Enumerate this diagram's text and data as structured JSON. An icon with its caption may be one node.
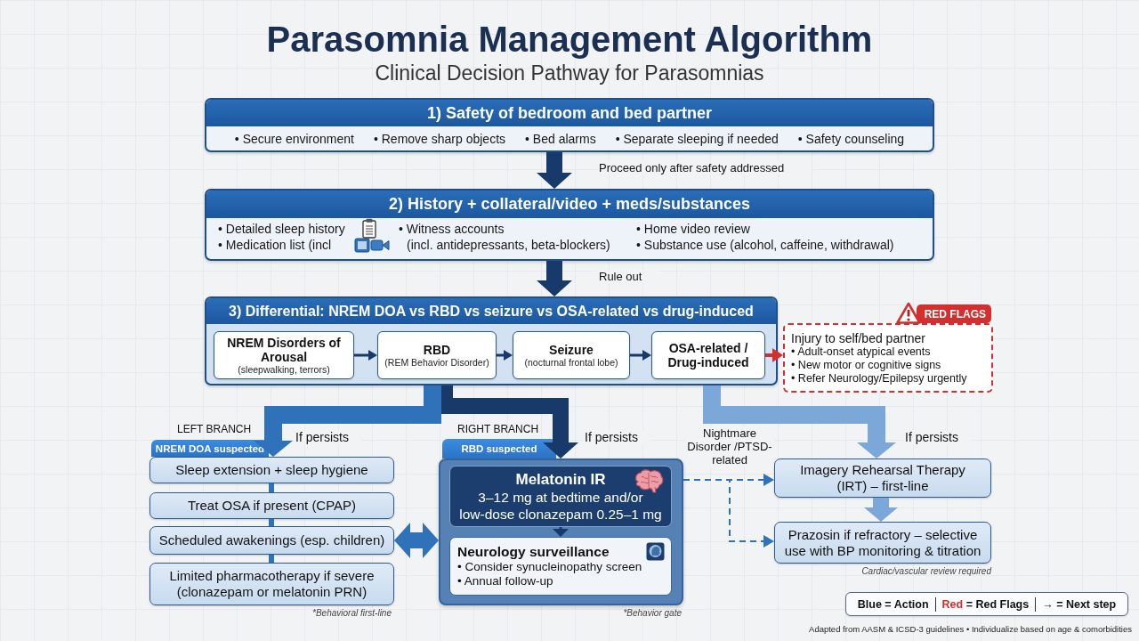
{
  "diagram": {
    "title": "Parasomnia Management Algorithm",
    "caption": "Adapted from AASM & ICSD-3 guidelines • Individualize based on age & comorbidities",
    "nodes": [
      {
        "text": [
          "1) Safety of bedroom and bed partner",
          "• Secure environment",
          "• Remove sharp objects",
          "• Bed alarms",
          "• Separate sleeping if needed",
          "• Safety counseling"
        ]
      },
      {
        "text": [
          "2) History + collateral/video + meds/substances",
          "• Detailed sleep history",
          "• Medication list (incl",
          "• Witness accounts",
          "(incl. antidepressants, beta-blockers)",
          "• Home video review",
          "• Substance use (alcohol, caffeine, withdrawal)"
        ]
      },
      {
        "text": [
          "3) Differential: NREM DOA vs RBD vs seizure vs OSA-related vs drug-induced"
        ]
      },
      {
        "text": [
          "NREM Disorders of Arousal",
          "(sleepwalking, terrors)"
        ],
        "in": 2
      },
      {
        "text": [
          "RBD",
          "(REM Behavior Disorder)"
        ],
        "in": 2
      },
      {
        "text": [
          "Seizure",
          "(nocturnal frontal lobe)"
        ],
        "in": 2
      },
      {
        "text": [
          "OSA-related / Drug-induced"
        ],
        "in": 2
      },
      {
        "text": [
          "RED FLAGS",
          "Injury to self/bed partner",
          "• Adult-onset atypical events",
          "• New motor or cognitive signs",
          "• Refer Neurology/Epilepsy urgently"
        ]
      },
      {
        "text": [
          "NREM DOA suspected",
          "Sleep extension + sleep hygiene"
        ]
      },
      {
        "text": [
          "Treat OSA if present (CPAP)"
        ]
      },
      {
        "text": [
          "Scheduled awakenings (esp. children)"
        ]
      },
      {
        "text": [
          "Limited pharmacotherapy if severe (clonazepam or melatonin PRN)"
        ],
        "beside": [
          "*Behavioral first-line"
        ]
      },
      {
        "text": [
          "RBD suspected"
        ],
        "beside": [
          "*Behavior gate"
        ]
      },
      {
        "text": [
          "Melatonin IR",
          "3–12 mg at bedtime and/or low-dose clonazepam 0.25–1 mg"
        ],
        "in": 12
      },
      {
        "text": [
          "Neurology surveillance",
          "• Consider synucleinopathy screen",
          "• Annual follow-up"
        ],
        "in": 12
      },
      {
        "text": [
          "Imagery Rehearsal Therapy (IRT) – first-line"
        ]
      },
      {
        "text": [
          "Prazosin if refractory – selective use with BP monitoring & titration"
        ],
        "beside": [
          "Cardiac/vascular review required"
        ]
      }
    ],
    "edges": [
      {
        "from": 0,
        "to": 1,
        "arrow": "to",
        "label": "Proceed only after safety addressed",
        "style": "thick"
      },
      {
        "from": 1,
        "to": 2,
        "arrow": "to",
        "label": "Rule out",
        "style": "thick"
      },
      {
        "from": 3,
        "to": 4,
        "arrow": "to"
      },
      {
        "from": 4,
        "to": 5,
        "arrow": "to"
      },
      {
        "from": 5,
        "to": 6,
        "arrow": "to"
      },
      {
        "from": 6,
        "to": 7,
        "arrow": "to",
        "color": "#d32f2f"
      },
      {
        "from": 2,
        "to": 8,
        "arrow": "to",
        "label": "If persists",
        "style": "thick",
        "color": "#2f72ba"
      },
      {
        "from": 2,
        "to": 12,
        "arrow": "to",
        "label": "If persists",
        "style": "thick"
      },
      {
        "from": 2,
        "to": 15,
        "arrow": "to",
        "label": "If persists",
        "style": "thick",
        "color": "#7ba8d9"
      },
      {
        "from": 8,
        "to": 9,
        "arrow": "none",
        "color": "#2f72ba"
      },
      {
        "from": 9,
        "to": 10,
        "arrow": "none",
        "color": "#2f72ba"
      },
      {
        "from": 10,
        "to": 11,
        "arrow": "none",
        "color": "#2f72ba"
      },
      {
        "from": 10,
        "to": 12,
        "arrow": "both",
        "style": "thick",
        "color": "#2f72ba"
      },
      {
        "from": 13,
        "to": 14,
        "arrow": "to"
      },
      {
        "from": 12,
        "to": 15,
        "arrow": "to",
        "label": "Nightmare Disorder /PTSD-related",
        "style": "dashed",
        "color": "#2f72ba"
      },
      {
        "from": 12,
        "to": 16,
        "arrow": "to",
        "style": "dashed",
        "color": "#2f72ba"
      },
      {
        "from": 15,
        "to": 16,
        "arrow": "to",
        "style": "thick",
        "color": "#7ba8d9"
      }
    ],
    "labels": [
      "Clinical Decision Pathway for Parasomnias",
      "LEFT BRANCH",
      "RIGHT BRANCH"
    ],
    "legend": [
      {
        "text": "Blue = Action"
      },
      {
        "text": "Red = Red Flags",
        "color": "#d32f2f"
      },
      {
        "text": "→ = Next step"
      }
    ]
  }
}
